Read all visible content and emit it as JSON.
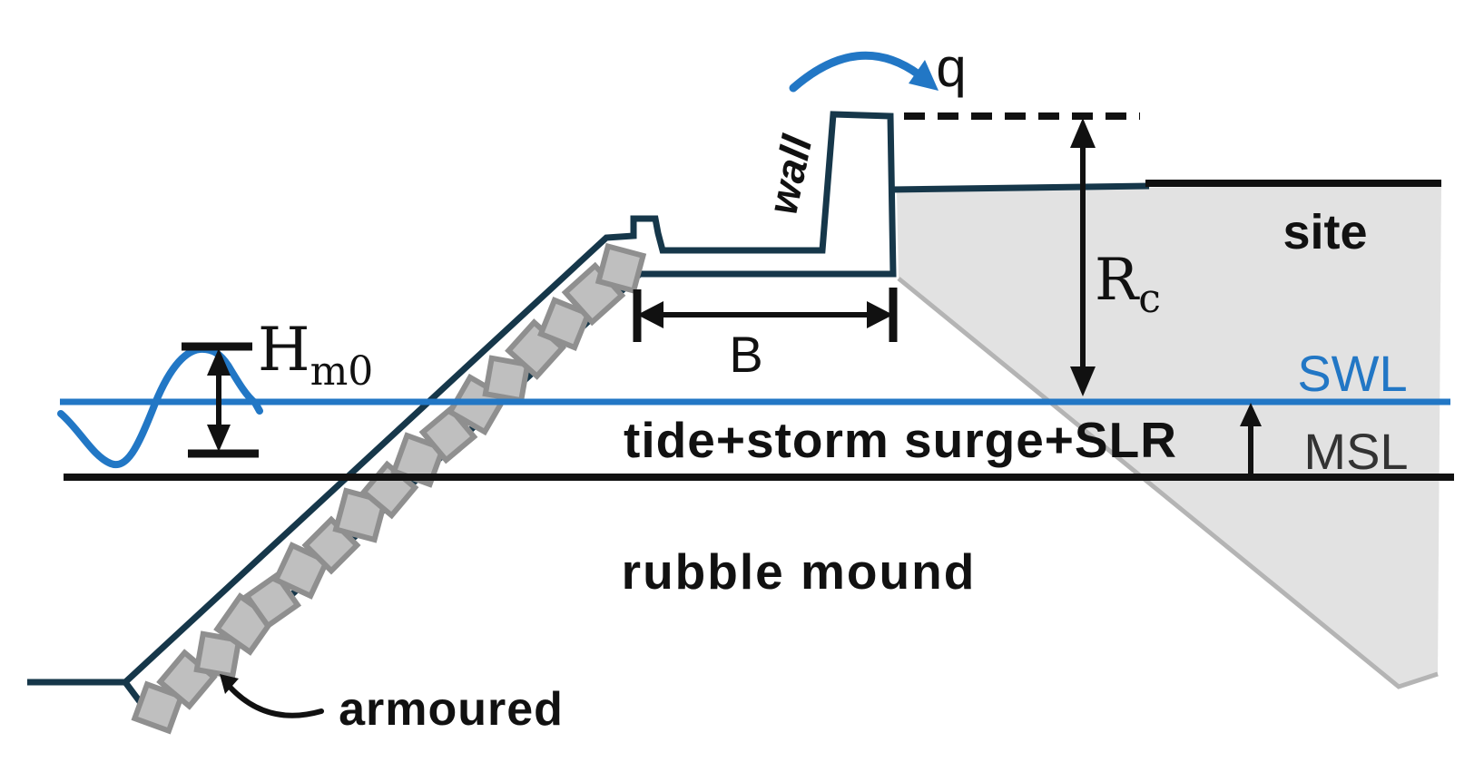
{
  "labels": {
    "overtopping": "q",
    "wall": "wall",
    "site": "site",
    "freeboard_main": "R",
    "freeboard_sub": "c",
    "still_water_level": "SWL",
    "mean_sea_level": "MSL",
    "water_level_components": "tide+storm surge+SLR",
    "rubble_mound": "rubble mound",
    "armoured": "armoured",
    "wave_height_main": "H",
    "wave_height_sub": "m0",
    "berm_width": "B"
  },
  "colors": {
    "structure_line": "#16374a",
    "water_blue": "#2277c5",
    "site_fill": "#e2e2e2",
    "site_edge": "#b4b4b4",
    "stone_fill": "#bfbfbf",
    "stone_edge": "#8f8f8f",
    "ink": "#111111",
    "msl_text": "#333333"
  }
}
